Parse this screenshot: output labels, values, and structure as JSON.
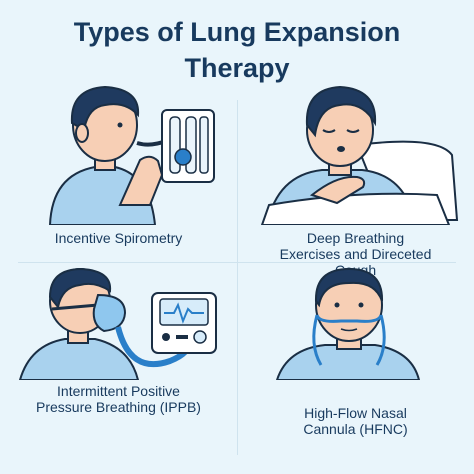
{
  "title": {
    "line1": "Types of Lung Expansion",
    "line2": "Therapy"
  },
  "panels": [
    {
      "caption": [
        "Incentive Spirometry"
      ],
      "icon": "incentive-spirometer-icon"
    },
    {
      "caption": [
        "Deep Breathing",
        "Exercises and Direceted",
        "Cough"
      ],
      "icon": "deep-breathing-icon"
    },
    {
      "caption": [
        "Intermittent Positive",
        "Pressure Breathing (IPPB)"
      ],
      "icon": "ippb-machine-icon"
    },
    {
      "caption": [
        "High-Flow Nasal",
        "Cannula (HFNC)"
      ],
      "icon": "nasal-cannula-icon"
    }
  ],
  "colors": {
    "background": "#e9f5fb",
    "title": "#183a5e",
    "skin": "#f7cfb5",
    "hair": "#1f3a5f",
    "shirt": "#a9d2ee",
    "accent": "#2a7fc9",
    "outline": "#1a2e44"
  }
}
